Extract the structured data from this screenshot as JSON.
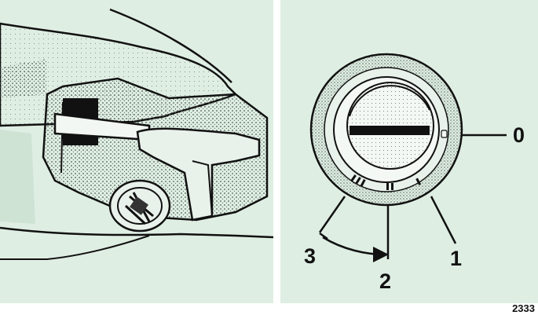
{
  "colors": {
    "panel_bg": "#dfeee3",
    "stipple": "#4d5a52",
    "line": "#111111"
  },
  "dial": {
    "position_labels": [
      "0",
      "1",
      "2",
      "3"
    ],
    "icon": "ignition-key-switch-icon"
  },
  "figure_number": "2333"
}
